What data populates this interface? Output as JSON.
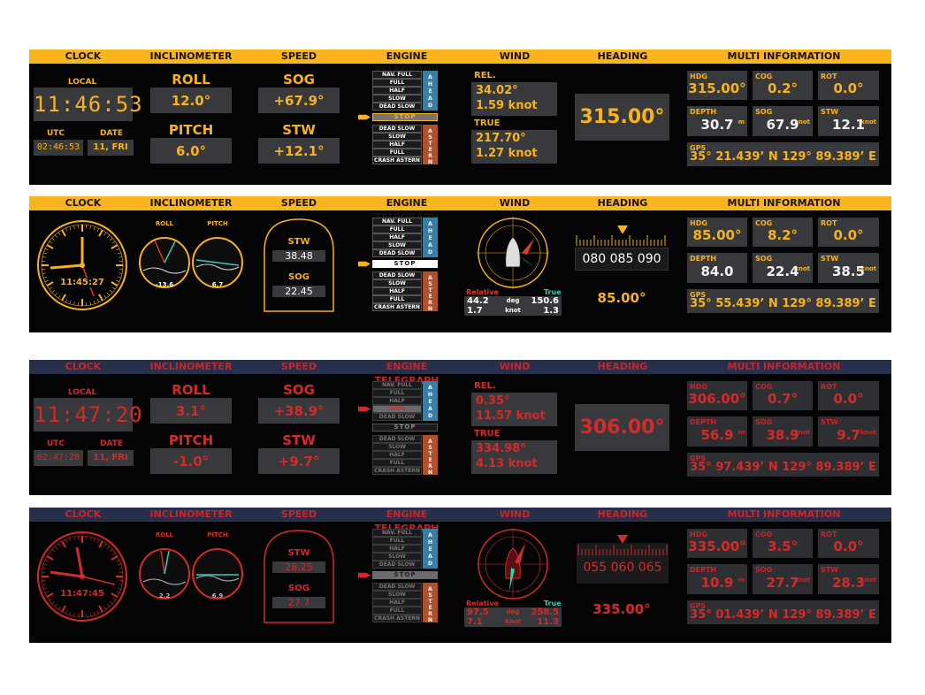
{
  "headers": [
    "CLOCK",
    "INCLINOMETER",
    "SPEED",
    "ENGINE TELEGRAPH",
    "WIND",
    "HEADING",
    "MULTI INFORMATION"
  ],
  "colors": {
    "day_header": "#f9b51e",
    "day_accent": "#f7b21c",
    "night_header": "#26304a",
    "night_accent": "#d42a2a",
    "telegraph_ahead": "#3a7ea6",
    "telegraph_astern": "#b0512e"
  },
  "telegraph": {
    "ahead_items": [
      "NAV. FULL",
      "FULL",
      "HALF",
      "SLOW",
      "DEAD SLOW"
    ],
    "astern_items": [
      "DEAD SLOW",
      "SLOW",
      "HALF",
      "FULL",
      "CRASH ASTERN"
    ],
    "stop": "STOP",
    "ahead_label": "AHEAD",
    "astern_label": "ASTERN"
  },
  "labels": {
    "local": "LOCAL",
    "utc": "UTC",
    "date": "DATE",
    "roll": "ROLL",
    "pitch": "PITCH",
    "sog": "SOG",
    "stw": "STW",
    "rel": "REL.",
    "true": "TRUE",
    "hdg": "HDG",
    "cog": "COG",
    "rot": "ROT",
    "depth": "DEPTH",
    "gps": "GPS",
    "relative": "Relative",
    "true_mixed": "True",
    "deg": "deg",
    "knot": "knot",
    "m": "m"
  },
  "panel1": {
    "local_time": "11:46:53",
    "utc_time": "02:46:53",
    "date": "11, FRI",
    "roll": "12.0°",
    "pitch": "6.0°",
    "sog": "+67.9°",
    "stw": "+12.1°",
    "rel_deg": "34.02°",
    "rel_knot": "1.59 knot",
    "true_deg": "217.70°",
    "true_knot": "1.27 knot",
    "heading": "315.00°",
    "hdg": "315.00°",
    "cog": "0.2°",
    "rot": "0.0°",
    "depth": "30.7",
    "mi_sog": "67.9",
    "mi_stw": "12.1",
    "gps": "35° 21.439’ N   129° 89.389’ E"
  },
  "panel2": {
    "clock_time": "11:45:27",
    "roll_val": "-13.6",
    "pitch_val": "6.7",
    "stw": "38.48",
    "sog": "22.45",
    "rel_deg": "44.2",
    "rel_knot": "1.7",
    "true_deg": "150.6",
    "true_knot": "1.3",
    "tape": "080 085 090",
    "heading": "85.00°",
    "hdg": "85.00°",
    "cog": "8.2°",
    "rot": "0.0°",
    "depth": "84.0",
    "mi_sog": "22.4",
    "mi_stw": "38.5",
    "gps": "35° 55.439’ N   129° 89.389’ E"
  },
  "panel3": {
    "local_time": "11:47:20",
    "utc_time": "02:47:20",
    "date": "11, FRI",
    "roll": "3.1°",
    "pitch": "-1.0°",
    "sog": "+38.9°",
    "stw": "+9.7°",
    "rel_deg": "0.35°",
    "rel_knot": "11.57 knot",
    "true_deg": "334.98°",
    "true_knot": "4.13 knot",
    "heading": "306.00°",
    "hdg": "306.00°",
    "cog": "0.7°",
    "rot": "0.0°",
    "depth": "56.9",
    "mi_sog": "38.9",
    "mi_stw": "9.7",
    "gps": "35° 97.439’ N   129° 89.389’ E"
  },
  "panel4": {
    "clock_time": "11:47:45",
    "roll_val": "2.2",
    "pitch_val": "6.9",
    "stw": "28.25",
    "sog": "27.7",
    "rel_deg": "97.5",
    "rel_knot": "7.1",
    "true_deg": "258.5",
    "true_knot": "11.3",
    "tape": "055 060 065",
    "heading": "335.00°",
    "hdg": "335.00°",
    "cog": "3.5°",
    "rot": "0.0°",
    "depth": "10.9",
    "mi_sog": "27.7",
    "mi_stw": "28.3",
    "gps": "35° 01.439’ N   129° 89.389’ E"
  }
}
